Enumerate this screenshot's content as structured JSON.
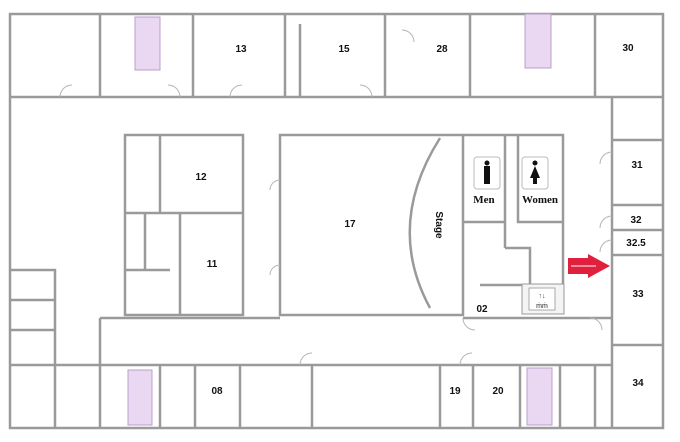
{
  "rooms": {
    "r13": "13",
    "r15": "15",
    "r28": "28",
    "r30": "30",
    "r12": "12",
    "r11": "11",
    "r17": "17",
    "r31": "31",
    "r32": "32",
    "r325": "32.5",
    "r33": "33",
    "r34": "34",
    "r02": "02",
    "r08": "08",
    "r19": "19",
    "r20": "20"
  },
  "stage_label": "Stage",
  "restrooms": {
    "men": "Men",
    "women": "Women"
  },
  "colors": {
    "wall": "#9a9a9a",
    "stairs": "#ead8f2",
    "arrow": "#e0203c"
  }
}
